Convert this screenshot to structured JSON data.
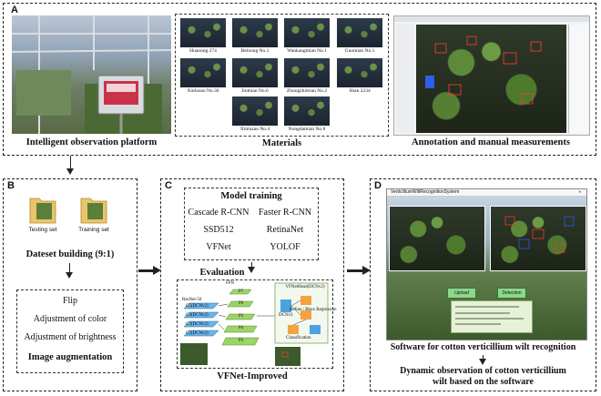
{
  "panels": {
    "a": {
      "label": "A",
      "captions": {
        "platform": "Intelligent observation platform",
        "materials": "Materials",
        "annotation": "Annotation and manual measurements"
      },
      "varieties": [
        "Huanong 274",
        "Beinong No.1",
        "Wankangmian No.1",
        "Guomian No.1",
        "Xinluzao No.36",
        "Jinmian No.6",
        "Zhongzhimian No.2",
        "Shan 2234",
        "Xinluzao No.4",
        "Nongdamian No.8"
      ]
    },
    "b": {
      "label": "B",
      "folders": [
        "Testing set",
        "Training set"
      ],
      "dataset_caption": "Dateset building (9:1)",
      "augment_items": [
        "Flip",
        "Adjustment of color",
        "Adjustment of brightness"
      ],
      "augment_caption": "Image augmentation"
    },
    "c": {
      "label": "C",
      "training_title": "Model training",
      "models": [
        "Cascade R-CNN",
        "Faster R-CNN",
        "SSD512",
        "RetinaNet",
        "VFNet",
        "YOLOF"
      ],
      "evaluation": "Evaluation",
      "improved_caption": "VFNet-Improved",
      "diagram_labels": {
        "fpn": "FPN",
        "resnet": "ResNet-50",
        "head": "VFNetHead(DCNv2)",
        "dcn": "DCNv2",
        "reg": "Refine / Bbox Regression",
        "cls": "Classification",
        "c2": "C2(DCNv2)",
        "c3": "C3(DCNv2)",
        "c4": "C4(DCNv2)",
        "c5": "C5(DCNv2)",
        "p3": "P3",
        "p4": "P4",
        "p5": "P5",
        "p6": "P6",
        "p7": "P7"
      }
    },
    "d": {
      "label": "D",
      "window_title": "VerticilliumWiltRecognitionSystem",
      "buttons": [
        "Upload",
        "Detection"
      ],
      "software_caption": "Software for cotton verticillium wilt recognition",
      "dynamic_caption_line1": "Dynamic observation of cotton verticillium",
      "dynamic_caption_line2": "wilt based on the software"
    }
  },
  "colors": {
    "border": "#222222",
    "folder": "#e9c46a",
    "fpn_green": "#9dd36a",
    "blue_block": "#4aa3df",
    "orange_block": "#f4a340",
    "window_bg": "#e8ecf2"
  }
}
